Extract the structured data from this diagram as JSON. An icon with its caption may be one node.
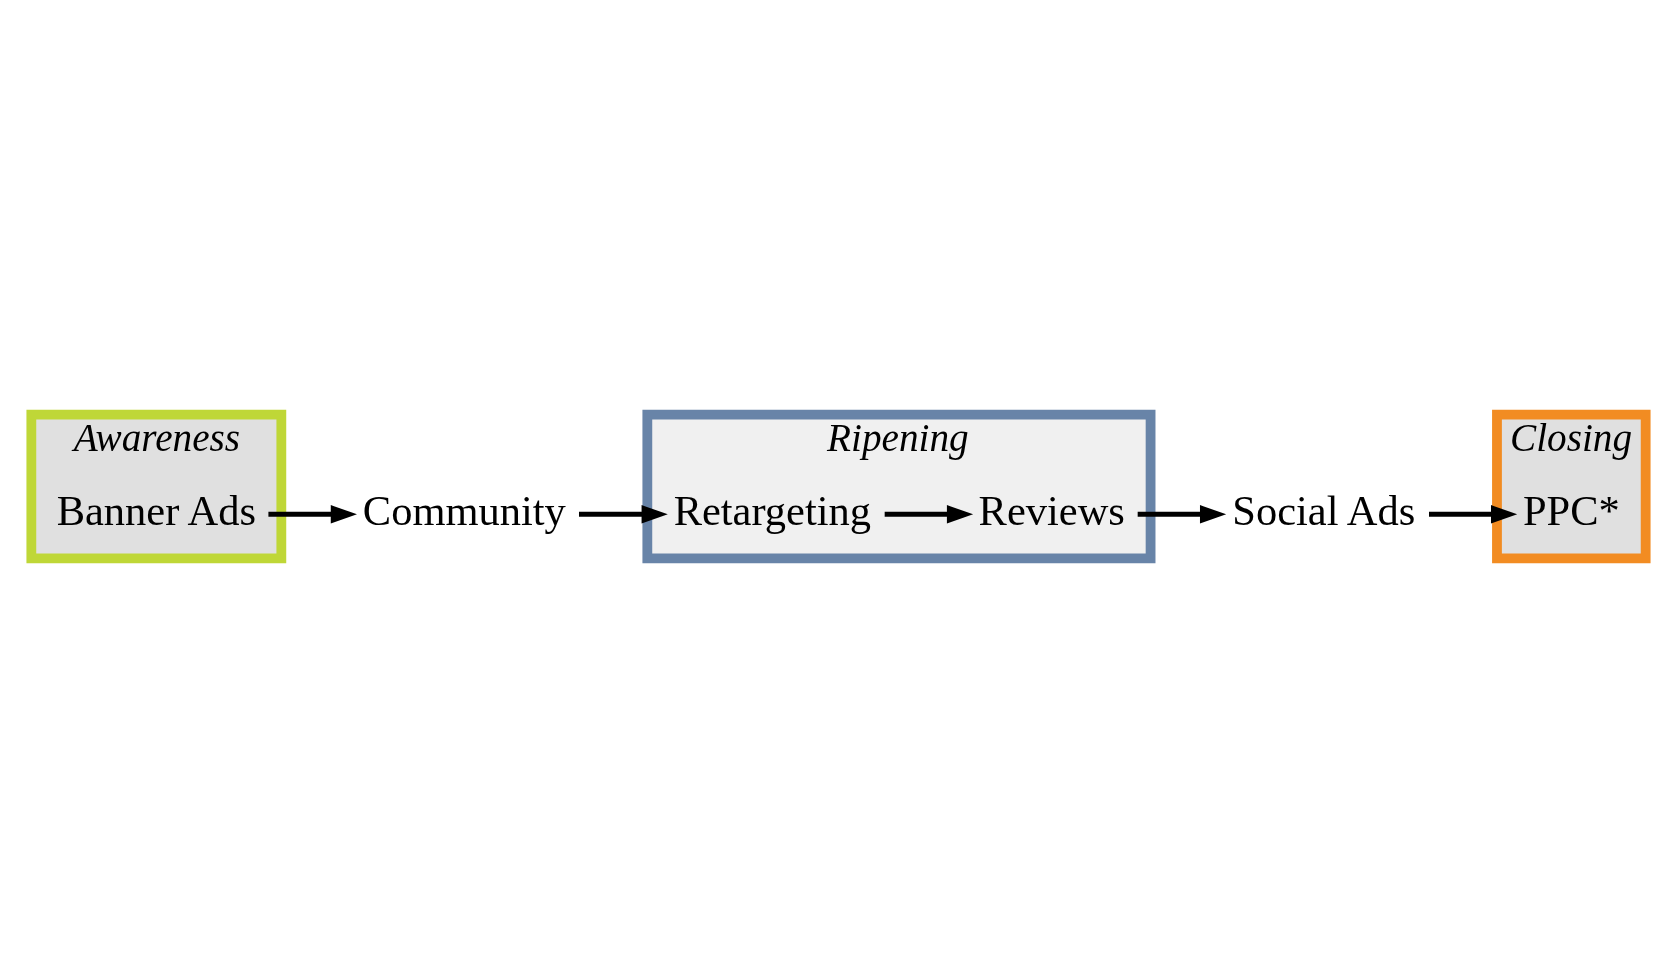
{
  "diagram": {
    "nodes": [
      {
        "text": [
          "Awareness"
        ]
      },
      {
        "text": [
          "Ripening"
        ]
      },
      {
        "text": [
          "Closing"
        ]
      },
      {
        "text": [
          "Banner Ads"
        ],
        "in": 0
      },
      {
        "text": [
          "Community"
        ]
      },
      {
        "text": [
          "Retargeting"
        ],
        "in": 1
      },
      {
        "text": [
          "Reviews"
        ],
        "in": 1
      },
      {
        "text": [
          "Social Ads"
        ]
      },
      {
        "text": [
          "PPC*"
        ],
        "in": 2
      }
    ],
    "edges": [
      {
        "from": 3,
        "to": 4,
        "arrow": "to"
      },
      {
        "from": 4,
        "to": 5,
        "arrow": "to"
      },
      {
        "from": 5,
        "to": 6,
        "arrow": "to"
      },
      {
        "from": 6,
        "to": 7,
        "arrow": "to"
      },
      {
        "from": 7,
        "to": 8,
        "arrow": "to"
      }
    ]
  }
}
